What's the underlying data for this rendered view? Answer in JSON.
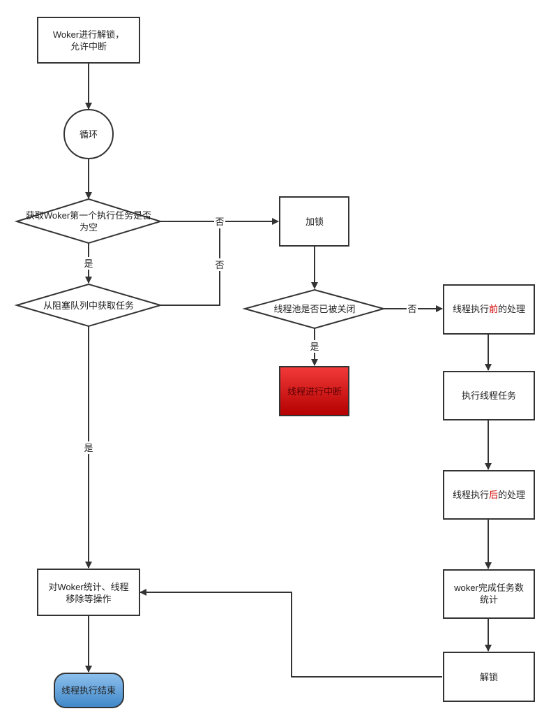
{
  "nodes": {
    "unlock_allow_interrupt": {
      "line1": "Woker进行解锁，",
      "line2": "允许中断"
    },
    "loop": {
      "text": "循环"
    },
    "first_task_null": {
      "line1": "获取Woker第一个执行任务是否",
      "line2": "为空"
    },
    "get_task_from_queue": {
      "text": "从阻塞队列中获取任务"
    },
    "lock": {
      "text": "加锁"
    },
    "pool_closed": {
      "text": "线程池是否已被关闭"
    },
    "interrupt_thread": {
      "text": "线程进行中断"
    },
    "before_exec": {
      "pre": "线程执行",
      "highlight": "前",
      "post": "的处理"
    },
    "exec_task": {
      "text": "执行线程任务"
    },
    "after_exec": {
      "pre": "线程执行",
      "highlight": "后",
      "post": "的处理"
    },
    "count_tasks": {
      "line1": "woker完成任务数",
      "line2": "统计"
    },
    "unlock": {
      "text": "解锁"
    },
    "stats_remove": {
      "line1": "对Woker统计、线程",
      "line2": "移除等操作"
    },
    "end": {
      "text": "线程执行结束"
    }
  },
  "edge_labels": {
    "first_null_yes": "是",
    "first_null_no": "否",
    "queue_no": "否",
    "queue_yes": "是",
    "closed_yes": "是",
    "closed_no": "否"
  },
  "colors": {
    "stroke": "#333333",
    "interrupt_fill_top": "#f23a3a",
    "interrupt_fill_bottom": "#b40000",
    "end_fill_top": "#8ec1ee",
    "end_fill_bottom": "#3f87c8",
    "highlight_text": "#d40000"
  }
}
